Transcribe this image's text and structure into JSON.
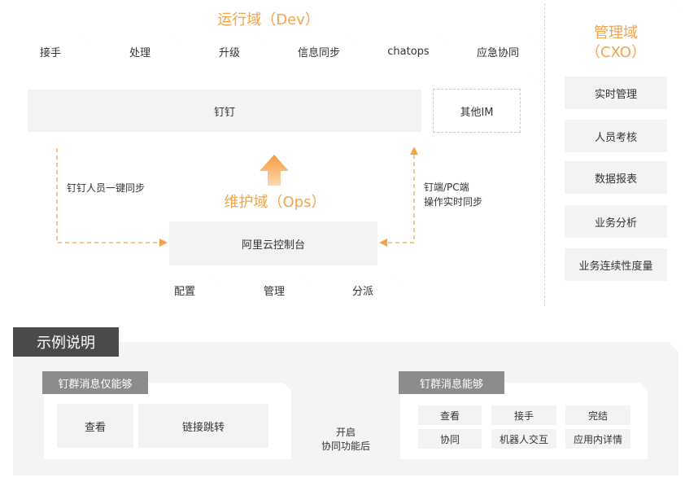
{
  "ops_domain": {
    "title": "运行域（Dev）",
    "actions": [
      "接手",
      "处理",
      "升级",
      "信息同步",
      "chatops",
      "应急协同"
    ]
  },
  "im_bar": {
    "dingtalk": "钉钉",
    "other_im": "其他IM"
  },
  "maintain_domain": {
    "title": "维护域（Ops）",
    "console": "阿里云控制台",
    "actions": [
      "配置",
      "管理",
      "分派"
    ]
  },
  "links": {
    "left": "钉钉人员一键同步",
    "right_line1": "钉端/PC端",
    "right_line2": "操作实时同步"
  },
  "mgmt_domain": {
    "title_line1": "管理域",
    "title_line2": "（CXO）",
    "items": [
      "实时管理",
      "人员考核",
      "数据报表",
      "业务分析",
      "业务连续性度量"
    ]
  },
  "example": {
    "title": "示例说明",
    "left_tag": "钉群消息仅能够",
    "left_items": [
      "查看",
      "链接跳转"
    ],
    "arrow_line1": "开启",
    "arrow_line2": "协同功能后",
    "right_tag": "钉群消息能够",
    "right_items": [
      "查看",
      "接手",
      "完结",
      "协同",
      "机器人交互",
      "应用内详情"
    ]
  },
  "colors": {
    "accent": "#f5a34b",
    "dark_tag": "#4a4a4a",
    "gray_tag": "#8c8c8c",
    "panel_gray": "#f1f3f5"
  }
}
